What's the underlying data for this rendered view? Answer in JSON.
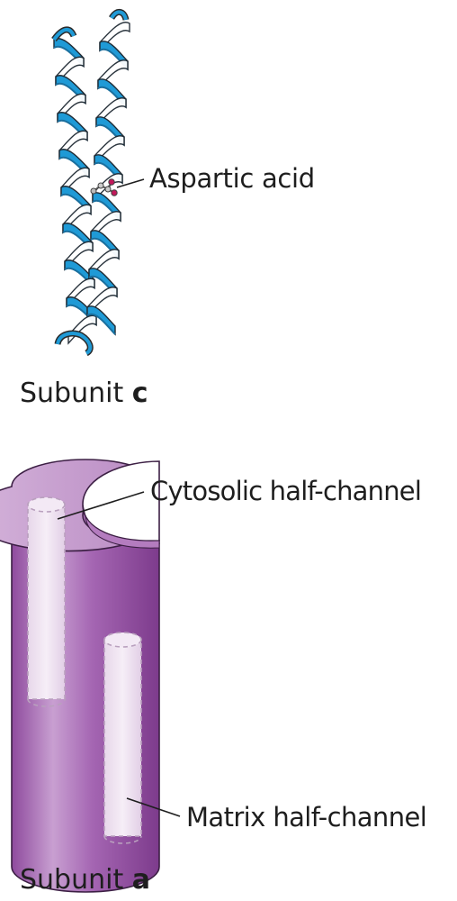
{
  "subunit_c": {
    "caption_prefix": "Subunit ",
    "caption_letter": "c",
    "callout": "Aspartic acid"
  },
  "subunit_a": {
    "caption_prefix": "Subunit ",
    "caption_letter": "a",
    "callout_top": "Cytosolic half-channel",
    "callout_bottom": "Matrix half-channel"
  },
  "colors": {
    "helix": "#1f9ad6",
    "helix_dark": "#1a6f9e",
    "cylinder": "#a35bb0",
    "cylinder_light": "#c7a0cf",
    "channel": "#f1e6f3"
  }
}
